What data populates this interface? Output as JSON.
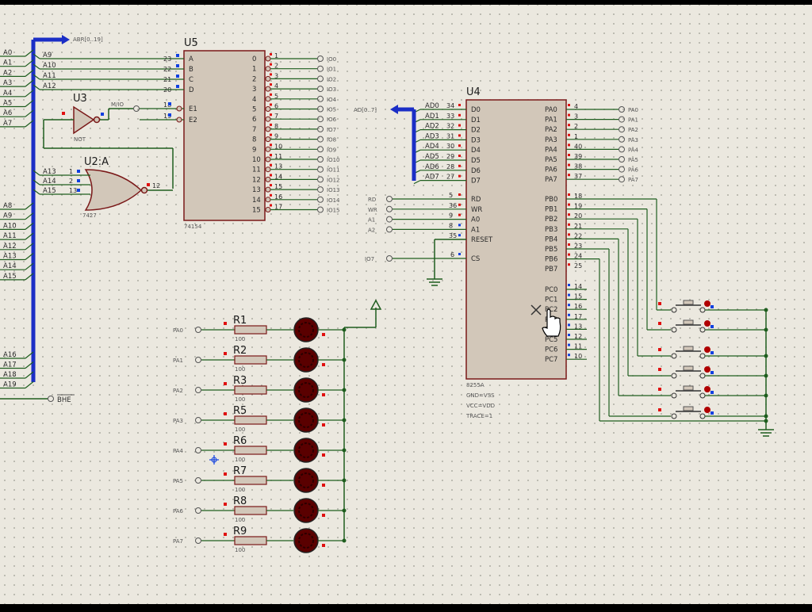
{
  "bus": {
    "addr_label": "ABR[0..19]",
    "data_label": "AD[0..7]",
    "bhe_label": "BHE"
  },
  "left_pins": [
    "A0",
    "A1",
    "A2",
    "A3",
    "A4",
    "A5",
    "A6",
    "A7"
  ],
  "left_mid": [
    "A8",
    "A9",
    "A10",
    "A11",
    "A12",
    "A13",
    "A14",
    "A15"
  ],
  "left_low": [
    "A16",
    "A17",
    "A18",
    "A19"
  ],
  "u5": {
    "ref": "U5",
    "part": "74154",
    "bus_taps": [
      "A9",
      "A10",
      "A11",
      "A12"
    ],
    "in_pins": [
      "A",
      "B",
      "C",
      "D"
    ],
    "in_nums": [
      "23",
      "22",
      "21",
      "20"
    ],
    "en_pins": [
      "E1",
      "E2"
    ],
    "en_nums": [
      "18",
      "19"
    ],
    "out_pins": [
      "0",
      "1",
      "2",
      "3",
      "4",
      "5",
      "6",
      "7",
      "8",
      "9",
      "10",
      "11",
      "12",
      "13",
      "14",
      "15"
    ],
    "out_nums": [
      "1",
      "2",
      "3",
      "4",
      "5",
      "6",
      "7",
      "8",
      "9",
      "10",
      "11",
      "13",
      "14",
      "15",
      "16",
      "17"
    ],
    "out_nets": [
      "IO0",
      "IO1",
      "IO2",
      "IO3",
      "IO4",
      "IO5",
      "IO6",
      "IO7",
      "IO8",
      "IO9",
      "IO10",
      "IO11",
      "IO12",
      "IO13",
      "IO14",
      "IO15"
    ]
  },
  "u3": {
    "ref": "U3",
    "part": "NOT",
    "net": "M/IO"
  },
  "u2": {
    "ref": "U2:A",
    "part": "7427",
    "inputs": [
      "A13",
      "A14",
      "A15"
    ],
    "in_nums": [
      "1",
      "2",
      "13"
    ],
    "out_num": "12"
  },
  "u4": {
    "ref": "U4",
    "part": "8255A",
    "d_nets": [
      "AD0",
      "AD1",
      "AD2",
      "AD3",
      "AD4",
      "AD5",
      "AD6",
      "AD7"
    ],
    "d_nums": [
      "34",
      "33",
      "32",
      "31",
      "30",
      "29",
      "28",
      "27"
    ],
    "d_pins": [
      "D0",
      "D1",
      "D2",
      "D3",
      "D4",
      "D5",
      "D6",
      "D7"
    ],
    "ctrl_nets": [
      "RD",
      "WR",
      "A1",
      "A2"
    ],
    "ctrl_nums": [
      "5",
      "36",
      "9",
      "8",
      "35"
    ],
    "ctrl_pins": [
      "RD",
      "WR",
      "A0",
      "A1",
      "RESET"
    ],
    "cs_net": "IO7",
    "cs_num": "6",
    "cs_pin": "CS",
    "pa_pins": [
      "PA0",
      "PA1",
      "PA2",
      "PA3",
      "PA4",
      "PA5",
      "PA6",
      "PA7"
    ],
    "pa_nums": [
      "4",
      "3",
      "2",
      "1",
      "40",
      "39",
      "38",
      "37"
    ],
    "pa_nets": [
      "PA0",
      "PA1",
      "PA2",
      "PA3",
      "PA4",
      "PA5",
      "PA6",
      "PA7"
    ],
    "pb_pins": [
      "PB0",
      "PB1",
      "PB2",
      "PB3",
      "PB4",
      "PB5",
      "PB6",
      "PB7"
    ],
    "pb_nums": [
      "18",
      "19",
      "20",
      "21",
      "22",
      "23",
      "24",
      "25"
    ],
    "pc_pins": [
      "PC0",
      "PC1",
      "PC2",
      "PC3",
      "PC4",
      "PC5",
      "PC6",
      "PC7"
    ],
    "pc_nums": [
      "14",
      "15",
      "16",
      "17",
      "13",
      "12",
      "11",
      "10"
    ],
    "notes": [
      "GND=VSS",
      "VCC=VDD",
      "TRACE=1"
    ]
  },
  "resistors": {
    "refs": [
      "R1",
      "R2",
      "R3",
      "R5",
      "R6",
      "R7",
      "R8",
      "R9"
    ],
    "value": "100",
    "nets": [
      "PA0",
      "PA1",
      "PA2",
      "PA3",
      "PA4",
      "PA5",
      "PA6",
      "PA7"
    ]
  },
  "colors": {
    "wire": "#1f5e1f",
    "bus": "#1b2ec6",
    "chip_fill": "#d2c7b9",
    "chip_border": "#7a1818",
    "led": "#5a0000",
    "pin_red": "#e01010",
    "pin_blue": "#1040e0",
    "background": "#ebe8df"
  }
}
